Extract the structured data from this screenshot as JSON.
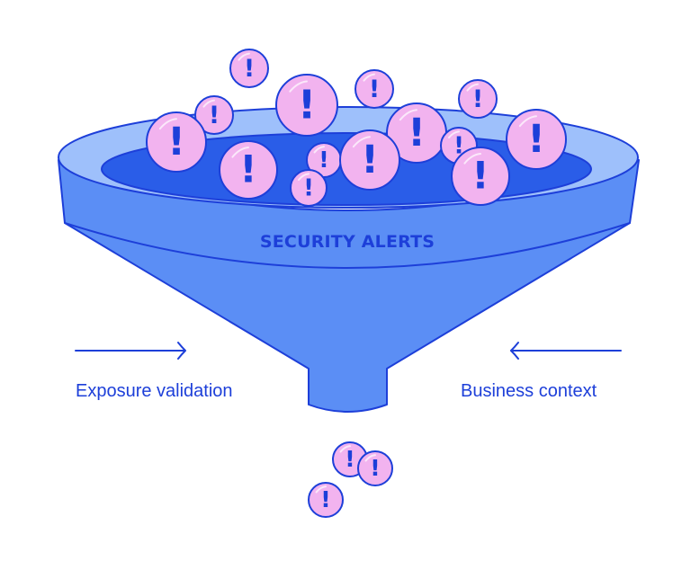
{
  "funnel": {
    "label": "SECURITY ALERTS",
    "colors": {
      "stroke": "#1d3fd9",
      "body": "#5b8ef5",
      "rim": "#9ec0fb",
      "inner": "#2a5de8",
      "alert_fill": "#f2b3ef"
    }
  },
  "inputs": {
    "left": {
      "label": "Exposure validation",
      "arrow": "arrow-right-icon"
    },
    "right": {
      "label": "Business context",
      "arrow": "arrow-left-icon"
    }
  },
  "alert_glyph": "!",
  "alert_icon": "exclamation-circle-icon"
}
